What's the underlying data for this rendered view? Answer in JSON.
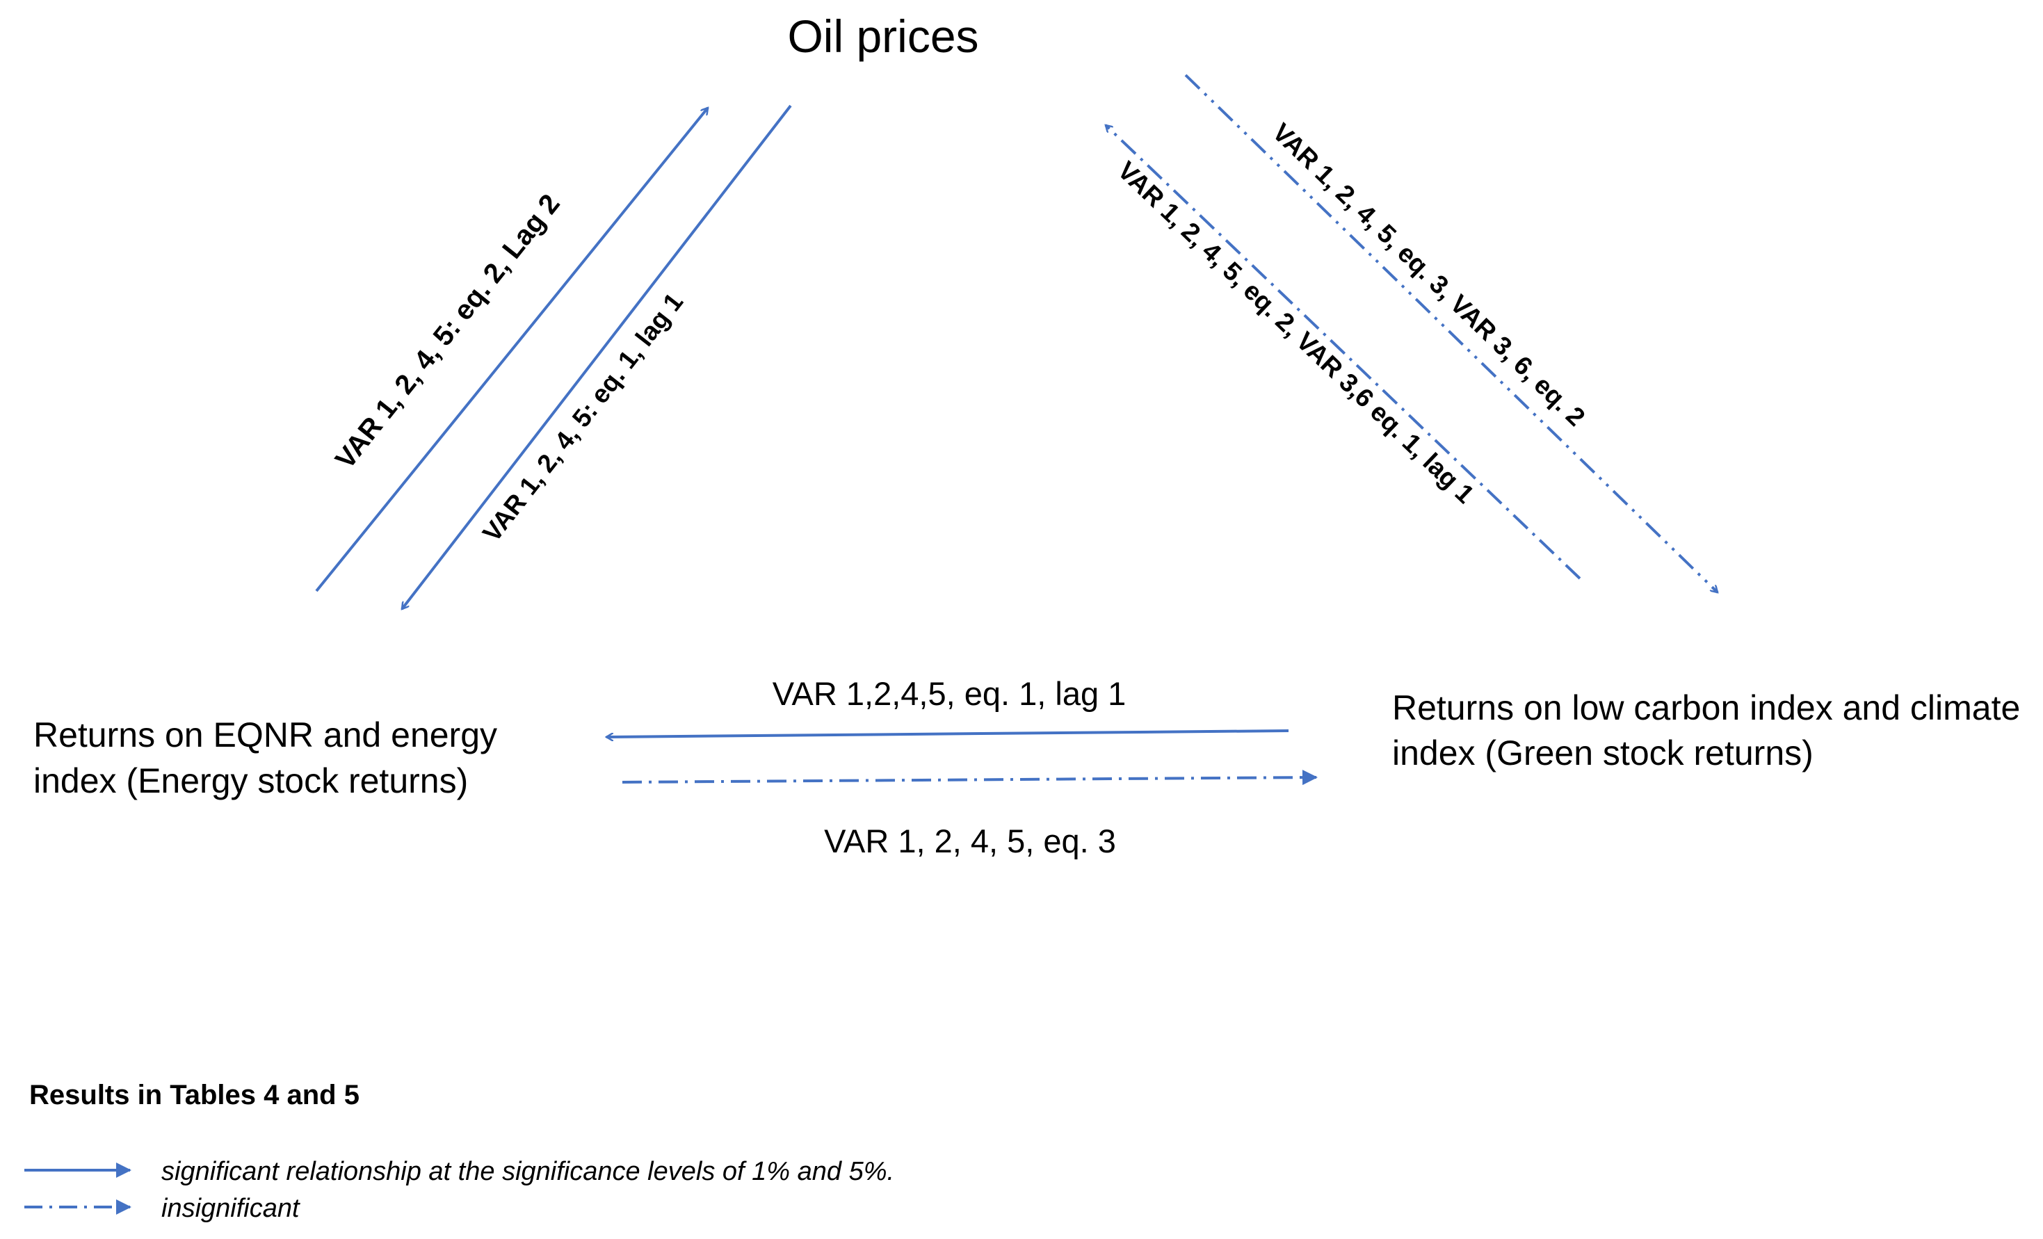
{
  "nodes": {
    "oil": "Oil prices",
    "energy": [
      "Returns on EQNR and energy",
      "index (Energy stock returns)"
    ],
    "green": [
      "Returns on low carbon index and climate",
      "index (Green stock returns)"
    ]
  },
  "edges": {
    "energy_to_oil": "VAR 1, 2, 4, 5: eq. 2, Lag 2",
    "oil_to_energy": "VAR 1, 2, 4, 5: eq. 1, lag 1",
    "green_to_oil": "VAR 1, 2,  4, 5, eq. 2, VAR 3,6 eq. 1, lag 1",
    "oil_to_green": "VAR 1, 2,  4, 5, eq. 3,  VAR 3, 6, eq. 2",
    "green_to_energy": "VAR 1,2,4,5, eq. 1, lag 1",
    "energy_to_green": "VAR 1, 2, 4, 5, eq. 3"
  },
  "legend": {
    "title": "Results in Tables 4 and 5",
    "significant": "significant relationship at the significance levels of 1%  and 5%.",
    "insignificant": "insignificant"
  },
  "colors": {
    "arrow": "#4472C4",
    "text": "#000000"
  }
}
